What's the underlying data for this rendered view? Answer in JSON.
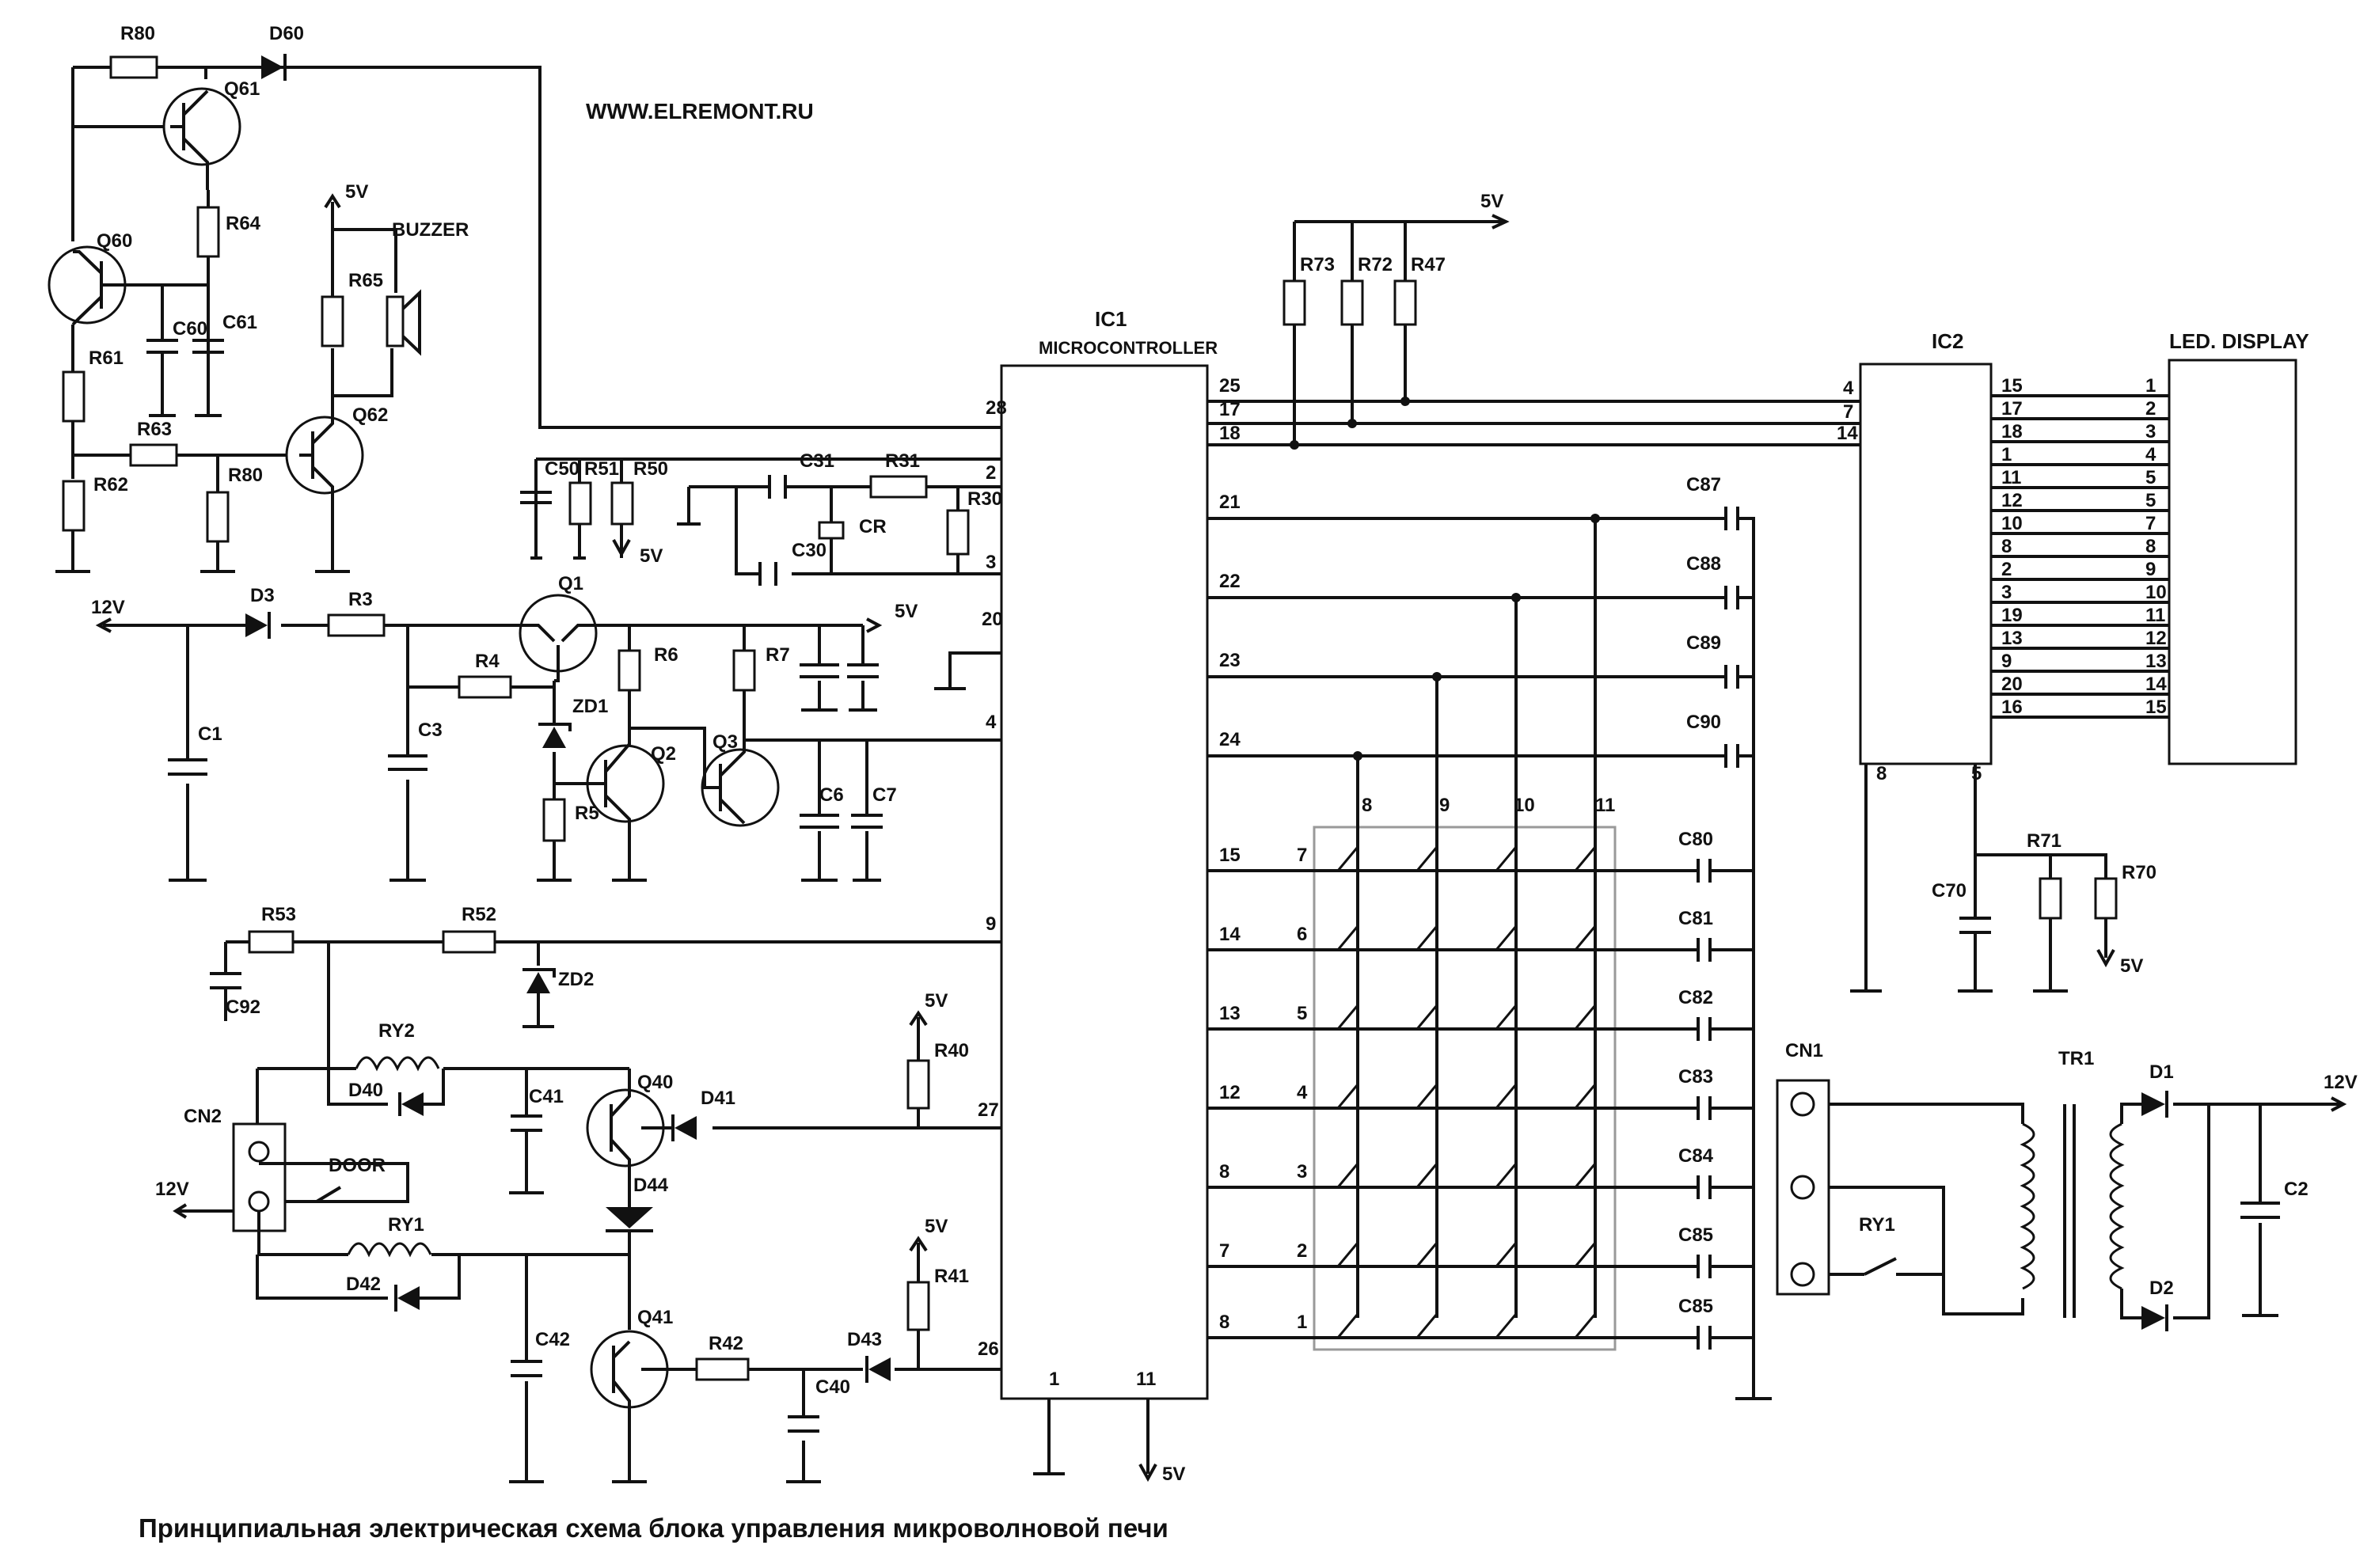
{
  "url": "WWW.ELREMONT.RU",
  "caption": "Принципиальная электрическая схема блока  управления микроволновой печи",
  "components": {
    "R80a": "R80",
    "D60": "D60",
    "Q61": "Q61",
    "R64": "R64",
    "Q60": "Q60",
    "C60": "C60",
    "C61": "C61",
    "R65": "R65",
    "BUZZER": "BUZZER",
    "Q62": "Q62",
    "R61": "R61",
    "R63": "R63",
    "R62": "R62",
    "R80b": "R80",
    "C50": "C50",
    "R51": "R51",
    "R50": "R50",
    "C31": "C31",
    "R31": "R31",
    "R30": "R30",
    "CR": "CR",
    "C30": "C30",
    "D3": "D3",
    "R3": "R3",
    "Q1": "Q1",
    "R4": "R4",
    "ZD1": "ZD1",
    "C1": "C1",
    "C3": "C3",
    "R6": "R6",
    "R7": "R7",
    "Q2": "Q2",
    "Q3": "Q3",
    "R5": "R5",
    "C6": "C6",
    "C7": "C7",
    "R53": "R53",
    "R52": "R52",
    "ZD2": "ZD2",
    "C92": "C92",
    "RY2": "RY2",
    "D40": "D40",
    "C41": "C41",
    "Q40": "Q40",
    "D41": "D41",
    "R40": "R40",
    "D44": "D44",
    "CN2": "CN2",
    "DOOR": "DOOR",
    "RY1": "RY1",
    "D42": "D42",
    "C42": "C42",
    "Q41": "Q41",
    "R42": "R42",
    "C40": "C40",
    "D43": "D43",
    "R41": "R41",
    "R73": "R73",
    "R72": "R72",
    "R47": "R47",
    "C87": "C87",
    "C88": "C88",
    "C89": "C89",
    "C90": "C90",
    "C80": "C80",
    "C81": "C81",
    "C82": "C82",
    "C83": "C83",
    "C84": "C84",
    "C85a": "C85",
    "C85b": "C85",
    "IC2": "IC2",
    "LED": "LED. DISPLAY",
    "C70": "C70",
    "R71": "R71",
    "R70": "R70",
    "CN1": "CN1",
    "TR1": "TR1",
    "RY1b": "RY1",
    "D1": "D1",
    "D2": "D2",
    "C2": "C2"
  },
  "ic1": {
    "name": "IC1",
    "sub": "MICROCONTROLLER",
    "pins_left": [
      "28",
      "2",
      "3",
      "20",
      "4",
      "9",
      "27",
      "26"
    ],
    "pins_right": [
      "25",
      "17",
      "18",
      "21",
      "22",
      "23",
      "24",
      "15",
      "14",
      "13",
      "12",
      "8",
      "7",
      "8"
    ],
    "pins_bottom": [
      "1",
      "11"
    ]
  },
  "ic2": {
    "pins_left": [
      "4",
      "7",
      "14"
    ],
    "pins_right": [
      "15",
      "17",
      "18",
      "1",
      "11",
      "12",
      "10",
      "8",
      "2",
      "3",
      "19",
      "13",
      "9",
      "20",
      "16"
    ],
    "pins_bottom": [
      "8",
      "5"
    ]
  },
  "led_pins": [
    "1",
    "2",
    "3",
    "4",
    "5",
    "5",
    "7",
    "8",
    "9",
    "10",
    "11",
    "12",
    "13",
    "14",
    "15"
  ],
  "keypad": {
    "cols": [
      "8",
      "9",
      "10",
      "11"
    ],
    "rows": [
      "7",
      "6",
      "5",
      "4",
      "3",
      "2",
      "1"
    ]
  },
  "power": {
    "v5": "5V",
    "v12": "12V"
  }
}
